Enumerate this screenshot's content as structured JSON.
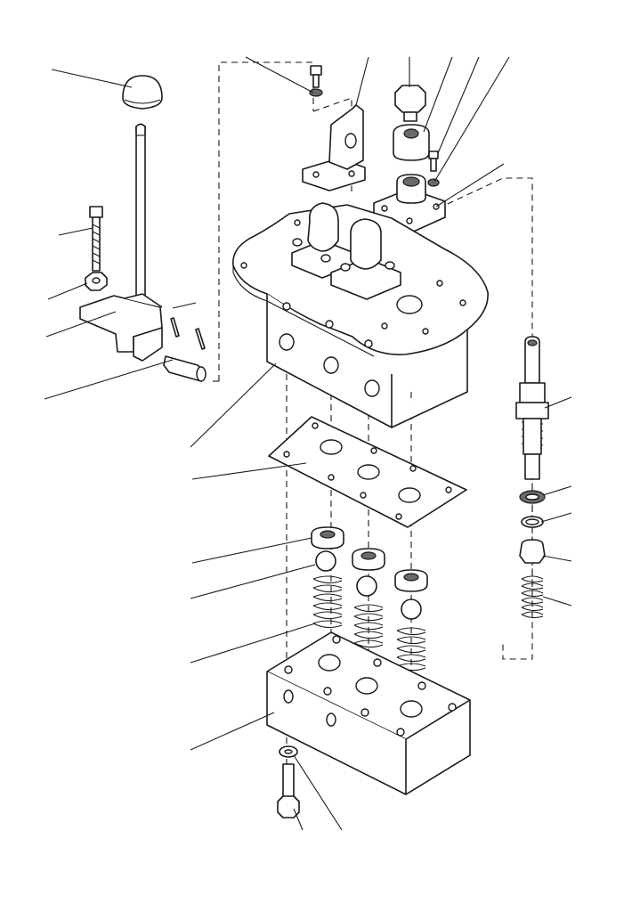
{
  "figure": {
    "kind": "exploded-parts-diagram",
    "callout_count": 27,
    "callouts": [
      {
        "part": "lever-knob"
      },
      {
        "part": "adjust-screw"
      },
      {
        "part": "lock-nut"
      },
      {
        "part": "lever-bracket"
      },
      {
        "part": "pivot-pin"
      },
      {
        "part": "main-valve-housing"
      },
      {
        "part": "gasket"
      },
      {
        "part": "spring-seat-1"
      },
      {
        "part": "ball-1"
      },
      {
        "part": "spring-1"
      },
      {
        "part": "lower-body"
      },
      {
        "part": "lower-washer"
      },
      {
        "part": "lower-bolt"
      },
      {
        "part": "top-small-bolt"
      },
      {
        "part": "top-small-washer"
      },
      {
        "part": "cam-bracket"
      },
      {
        "part": "cap-nut"
      },
      {
        "part": "bushing"
      },
      {
        "part": "small-bolt-2"
      },
      {
        "part": "small-washer-2"
      },
      {
        "part": "flange-block"
      },
      {
        "part": "plunger"
      },
      {
        "part": "seal-ring"
      },
      {
        "part": "o-ring"
      },
      {
        "part": "retainer"
      },
      {
        "part": "return-spring"
      },
      {
        "part": "split-pins"
      }
    ]
  }
}
